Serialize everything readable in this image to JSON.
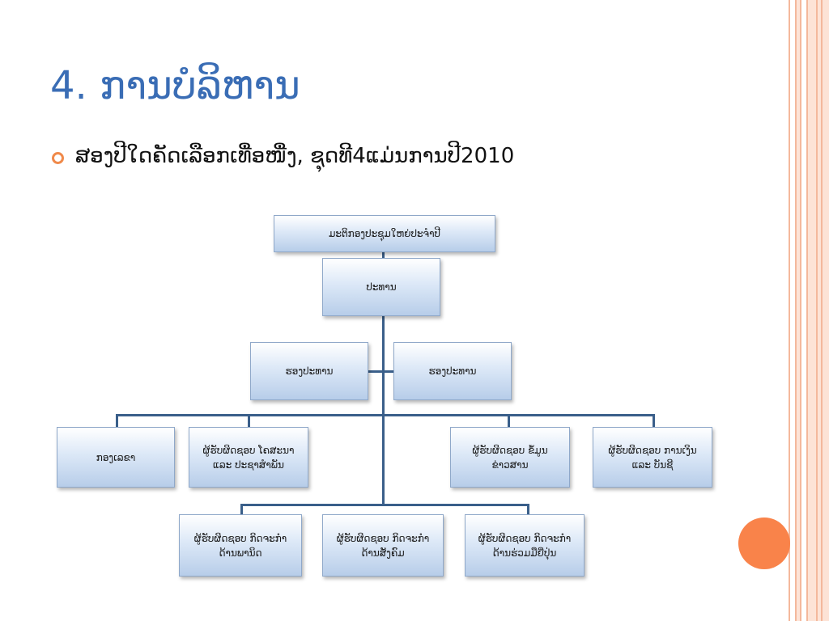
{
  "slide": {
    "title": "4. ການບໍລິຫານ",
    "bullet": "ສອງປີໃດຄັດເລືອກເທື່ອໜື່ງ, ຊຸດທີ4ແມ່ນການປີ2010"
  },
  "chart": {
    "top": "ມະຕິກອງປະຊຸມໃຫຍ່ປະຈໍາປີ",
    "president": "ປະທານ",
    "vice_left": "ຮອງປະທານ",
    "vice_right": "ຮອງປະທານ",
    "secretary": "ກອງເລຂາ",
    "plan": "ຜູ້ຮັບຜິດຊອບ ໂຄສະນາ\nແລະ ປະຊາສໍາພັນ",
    "info": "ຜູ້ຮັບຜິດຊອບ ຂໍ້ມູນ\nຂ່າວສານ",
    "finance": "ຜູ້ຮັບຜິດຊອບ ການເງິນ\nແລະ ບັນຊີ",
    "act_trade": "ຜູ້ຮັບຜິດຊອບ ກິດຈະກໍາ\nດ້ານພານິດ",
    "act_social": "ຜູ້ຮັບຜິດຊອບ ກິດຈະກໍາ\nດ້ານສັງຄົມ",
    "act_japan": "ຜູ້ຮັບຜິດຊອບ ກິດຈະກໍາ\nດ້ານຮ່ວມມືຍີ່ປຸ່ນ"
  },
  "colors": {
    "title": "#3a6db5",
    "accent": "#f9834a",
    "connector": "#3a5f8a"
  }
}
